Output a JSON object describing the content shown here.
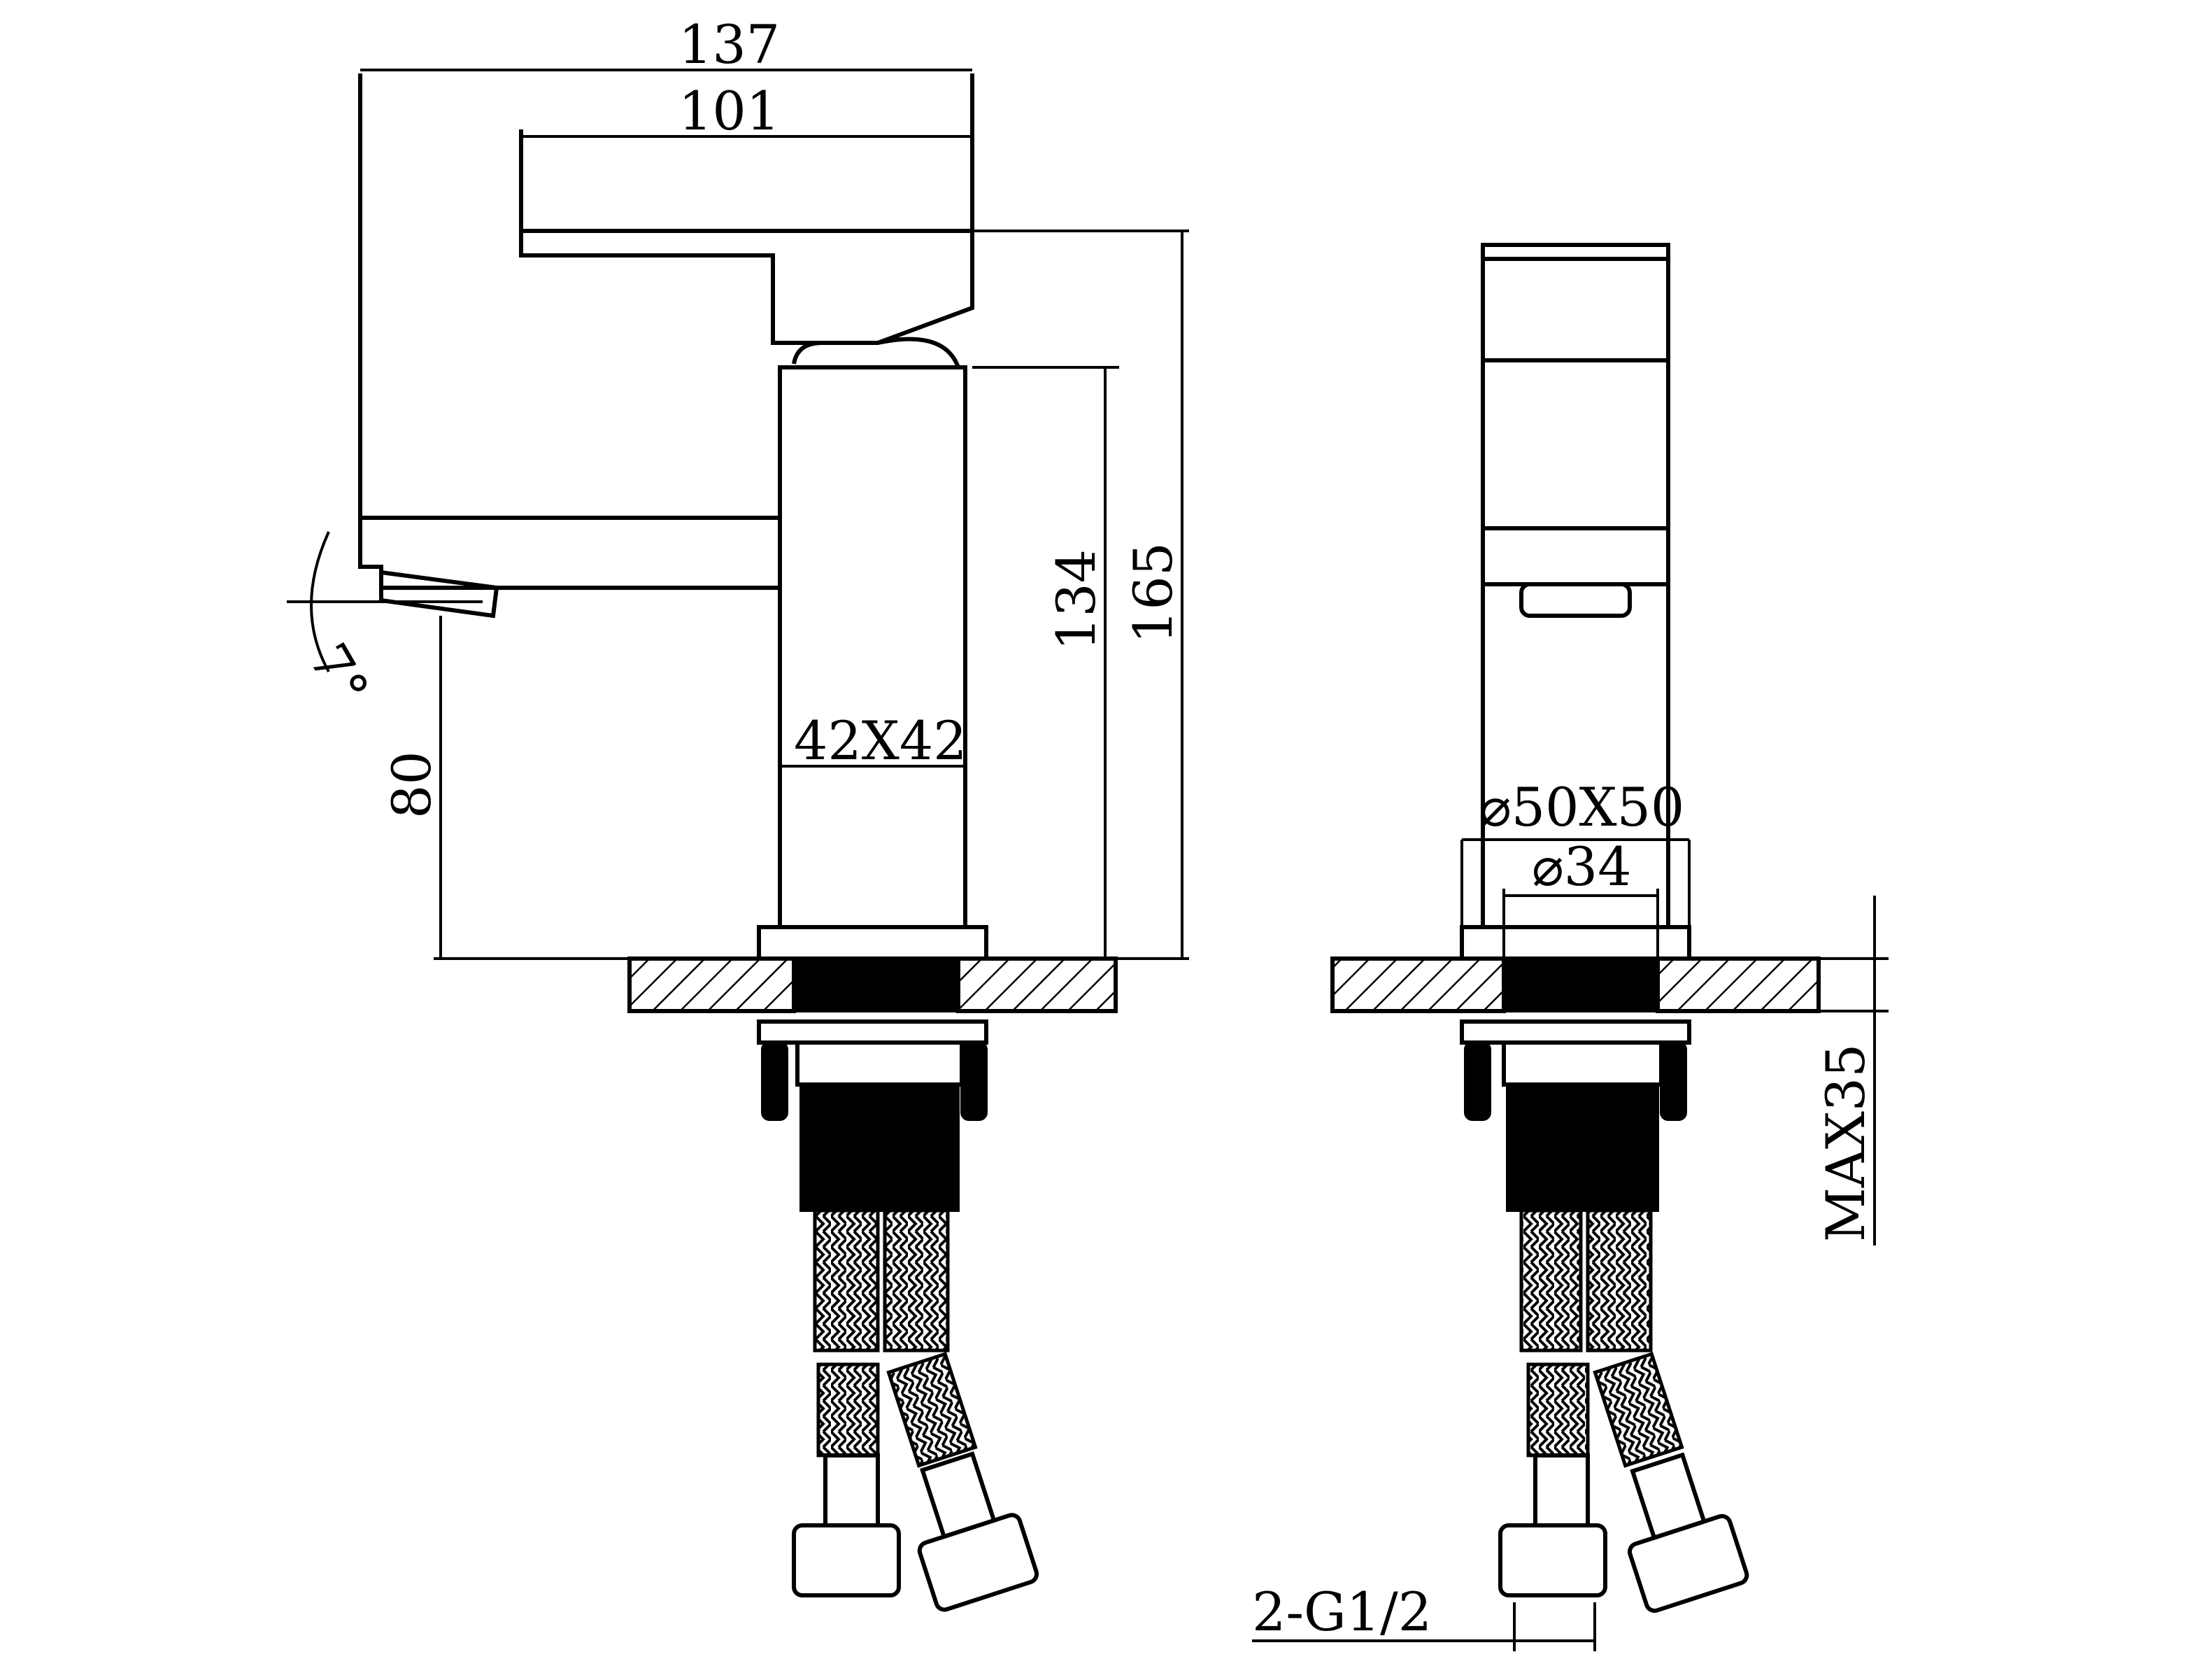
{
  "dimensions": {
    "overall_length": "137",
    "handle_length": "101",
    "body_height": "134",
    "total_height": "165",
    "spout_height": "80",
    "body_section": "42X42",
    "spout_angle": "7°",
    "base_diameter": "⌀50X50",
    "shank_diameter": "⌀34",
    "max_thickness": "MAX35",
    "connection": "2-G1/2"
  },
  "colors": {
    "line": "#000000",
    "background": "#ffffff"
  }
}
